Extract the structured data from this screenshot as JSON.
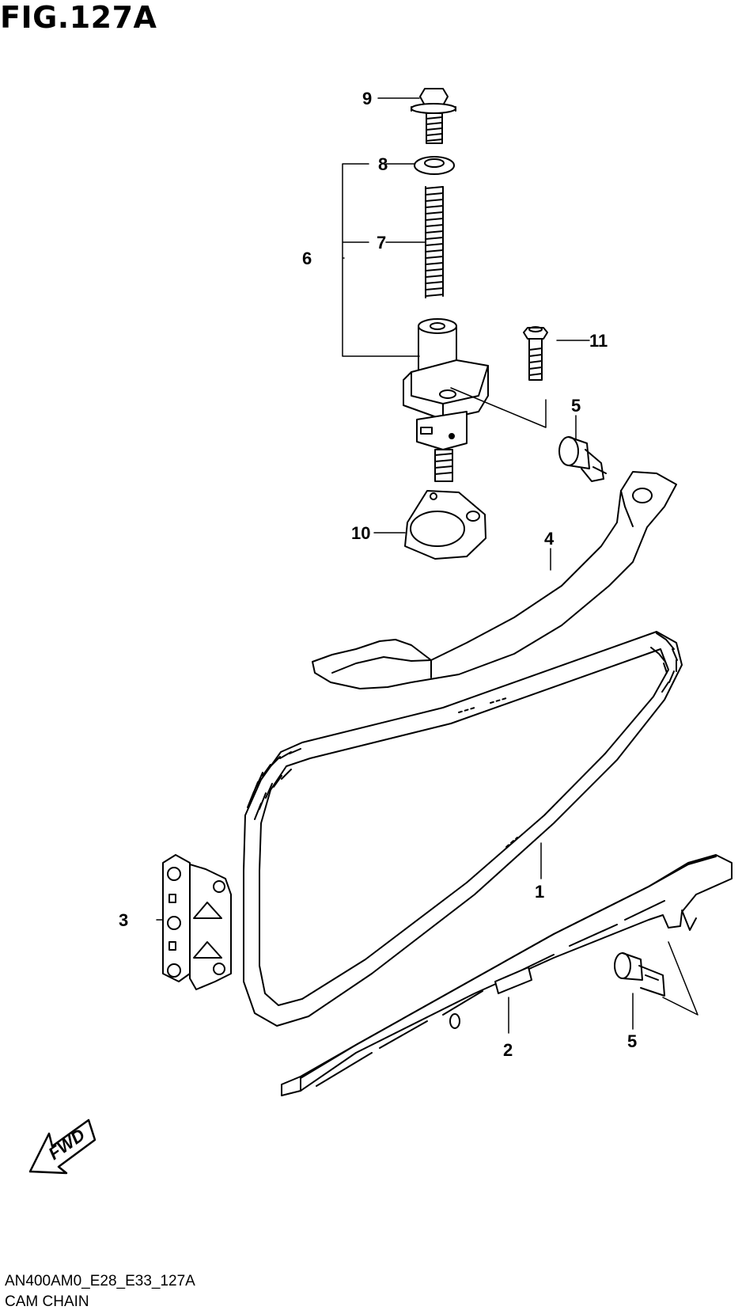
{
  "figure": {
    "title": "FIG.127A"
  },
  "footer": {
    "code": "AN400AM0_E28_E33_127A",
    "name": "CAM CHAIN"
  },
  "fwd_label": "FWD",
  "callouts": {
    "p1": "1",
    "p2": "2",
    "p3": "3",
    "p4": "4",
    "p5a": "5",
    "p5b": "5",
    "p6": "6",
    "p7": "7",
    "p8": "8",
    "p9": "9",
    "p10": "10",
    "p11": "11"
  }
}
